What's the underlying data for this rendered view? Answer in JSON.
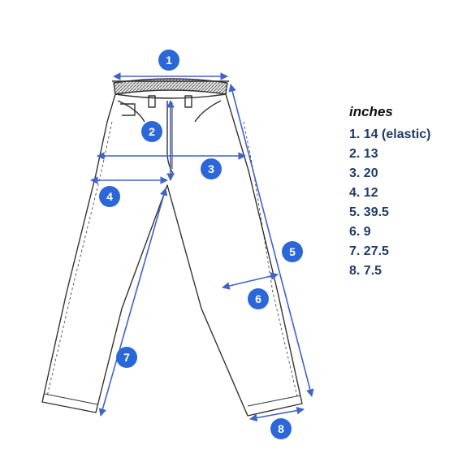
{
  "legend": {
    "title": "inches",
    "items": [
      {
        "num": "1.",
        "value": "14 (elastic)"
      },
      {
        "num": "2.",
        "value": "13"
      },
      {
        "num": "3.",
        "value": "20"
      },
      {
        "num": "4.",
        "value": "12"
      },
      {
        "num": "5.",
        "value": "39.5"
      },
      {
        "num": "6.",
        "value": "9"
      },
      {
        "num": "7.",
        "value": "27.5"
      },
      {
        "num": "8.",
        "value": "7.5"
      }
    ]
  },
  "markers": [
    "1",
    "2",
    "3",
    "4",
    "5",
    "6",
    "7",
    "8"
  ],
  "colors": {
    "marker_fill": "#2b67d8",
    "measure_line": "#3f63c8",
    "outline": "#333333",
    "legend_text": "#1f3a68"
  }
}
